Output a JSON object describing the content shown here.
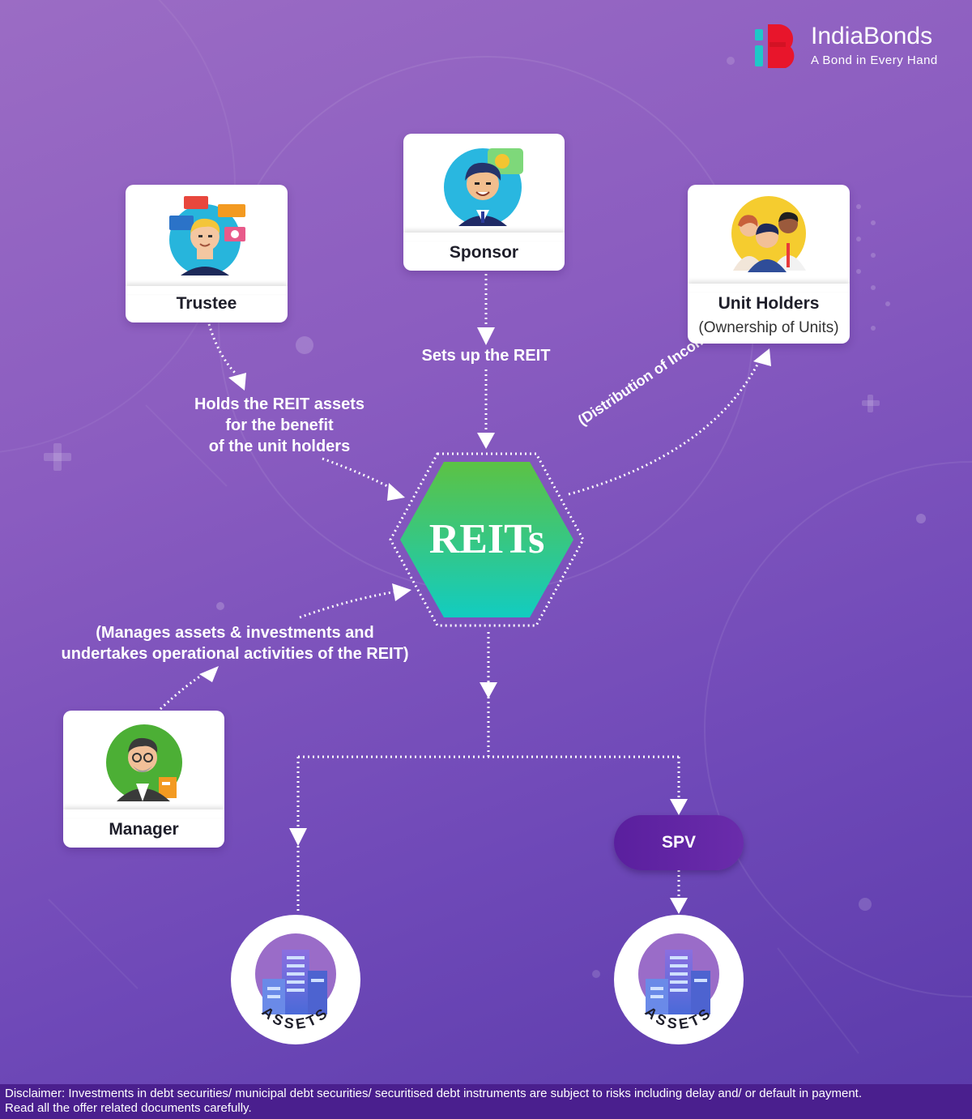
{
  "brand": {
    "name": "IndiaBonds",
    "tagline": "A Bond in Every Hand"
  },
  "nodes": {
    "trustee": {
      "label": "Trustee"
    },
    "sponsor": {
      "label": "Sponsor"
    },
    "unit_holders": {
      "label": "Unit Holders",
      "sublabel": "(Ownership of Units)"
    },
    "manager": {
      "label": "Manager"
    },
    "reits": {
      "label": "REITs"
    },
    "spv": {
      "label": "SPV"
    },
    "assets_left": {
      "label": "ASSETS"
    },
    "assets_right": {
      "label": "ASSETS"
    }
  },
  "edges": {
    "sponsor_to_reits": "Sets up the REIT",
    "trustee_to_reits": {
      "line1": "Holds the REIT assets",
      "line2": "for the benefit",
      "line3": "of the unit holders"
    },
    "reits_to_unit_holders": "(Distribution of Income)",
    "manager_to_reits": {
      "line1": "(Manages assets & investments and",
      "line2": "undertakes operational activities of the REIT)"
    }
  },
  "disclaimer": {
    "line1": "Disclaimer: Investments in debt securities/ municipal debt securities/ securitised debt instruments are subject to risks including delay and/ or default in payment.",
    "line2": "Read all the offer related documents carefully."
  },
  "colors": {
    "background_top": "#9b6cc4",
    "background_bottom": "#5a3aaa",
    "reits_green": "#5cc244",
    "reits_teal": "#12ccc0",
    "spv_purple": "#5a1f9e",
    "brand_red": "#e8152b",
    "brand_teal": "#1ec8c8"
  },
  "icons": [
    "trustee-avatar-icon",
    "sponsor-avatar-icon",
    "unit-holders-group-icon",
    "manager-avatar-icon",
    "building-icon"
  ]
}
